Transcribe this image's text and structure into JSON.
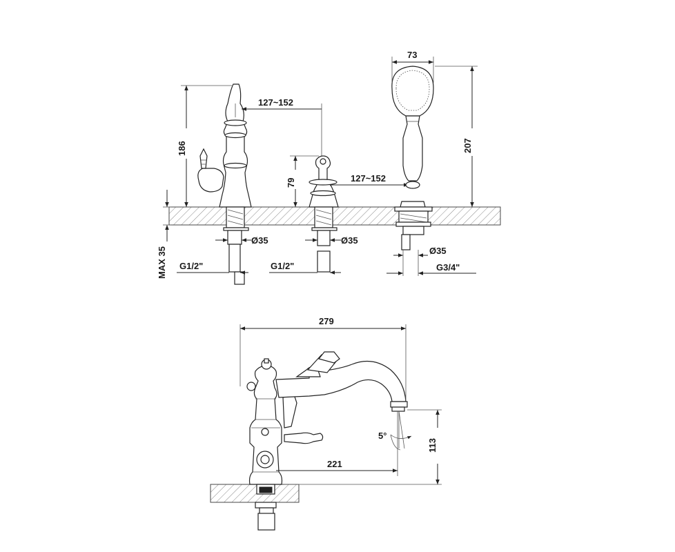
{
  "drawing": {
    "top_view": {
      "spout_height": "186",
      "spacing_1": "127~152",
      "valve_height": "79",
      "spacing_2": "127~152",
      "head_width": "73",
      "shower_height": "207",
      "max_deck": "MAX 35",
      "hole_1": "Ø35",
      "hole_2": "Ø35",
      "hole_3": "Ø35",
      "thread_1": "G1/2\"",
      "thread_2": "G1/2\"",
      "thread_3": "G3/4\""
    },
    "bottom_view": {
      "total_reach": "279",
      "spout_reach": "221",
      "outlet_height": "113",
      "angle": "5°"
    }
  }
}
